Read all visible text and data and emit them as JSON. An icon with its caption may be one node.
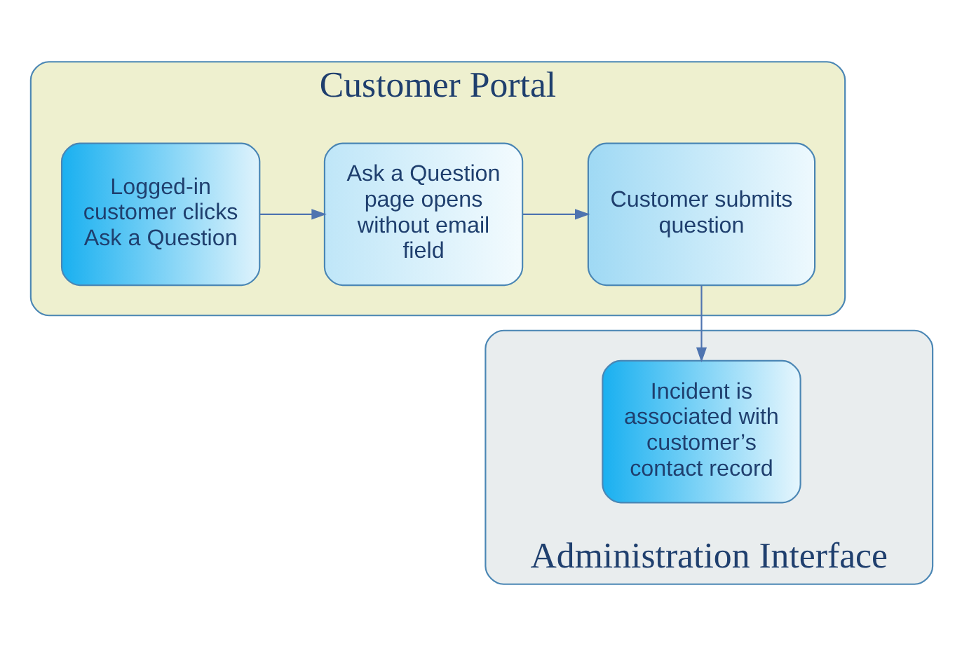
{
  "diagram": {
    "nodes": [
      {
        "text": [
          "Customer Portal"
        ]
      },
      {
        "text": [
          "Logged-in customer clicks Ask a Question"
        ],
        "in": 0
      },
      {
        "text": [
          "Ask a Question page opens without email field"
        ],
        "in": 0
      },
      {
        "text": [
          "Customer submits question"
        ],
        "in": 0
      },
      {
        "text": [
          "Administration Interface"
        ]
      },
      {
        "text": [
          "Incident is associated with customer’s contact record"
        ],
        "in": 4
      }
    ],
    "edges": [
      {
        "from": 1,
        "to": 2,
        "arrow": "to"
      },
      {
        "from": 2,
        "to": 3,
        "arrow": "to"
      },
      {
        "from": 3,
        "to": 5,
        "arrow": "to"
      }
    ]
  }
}
